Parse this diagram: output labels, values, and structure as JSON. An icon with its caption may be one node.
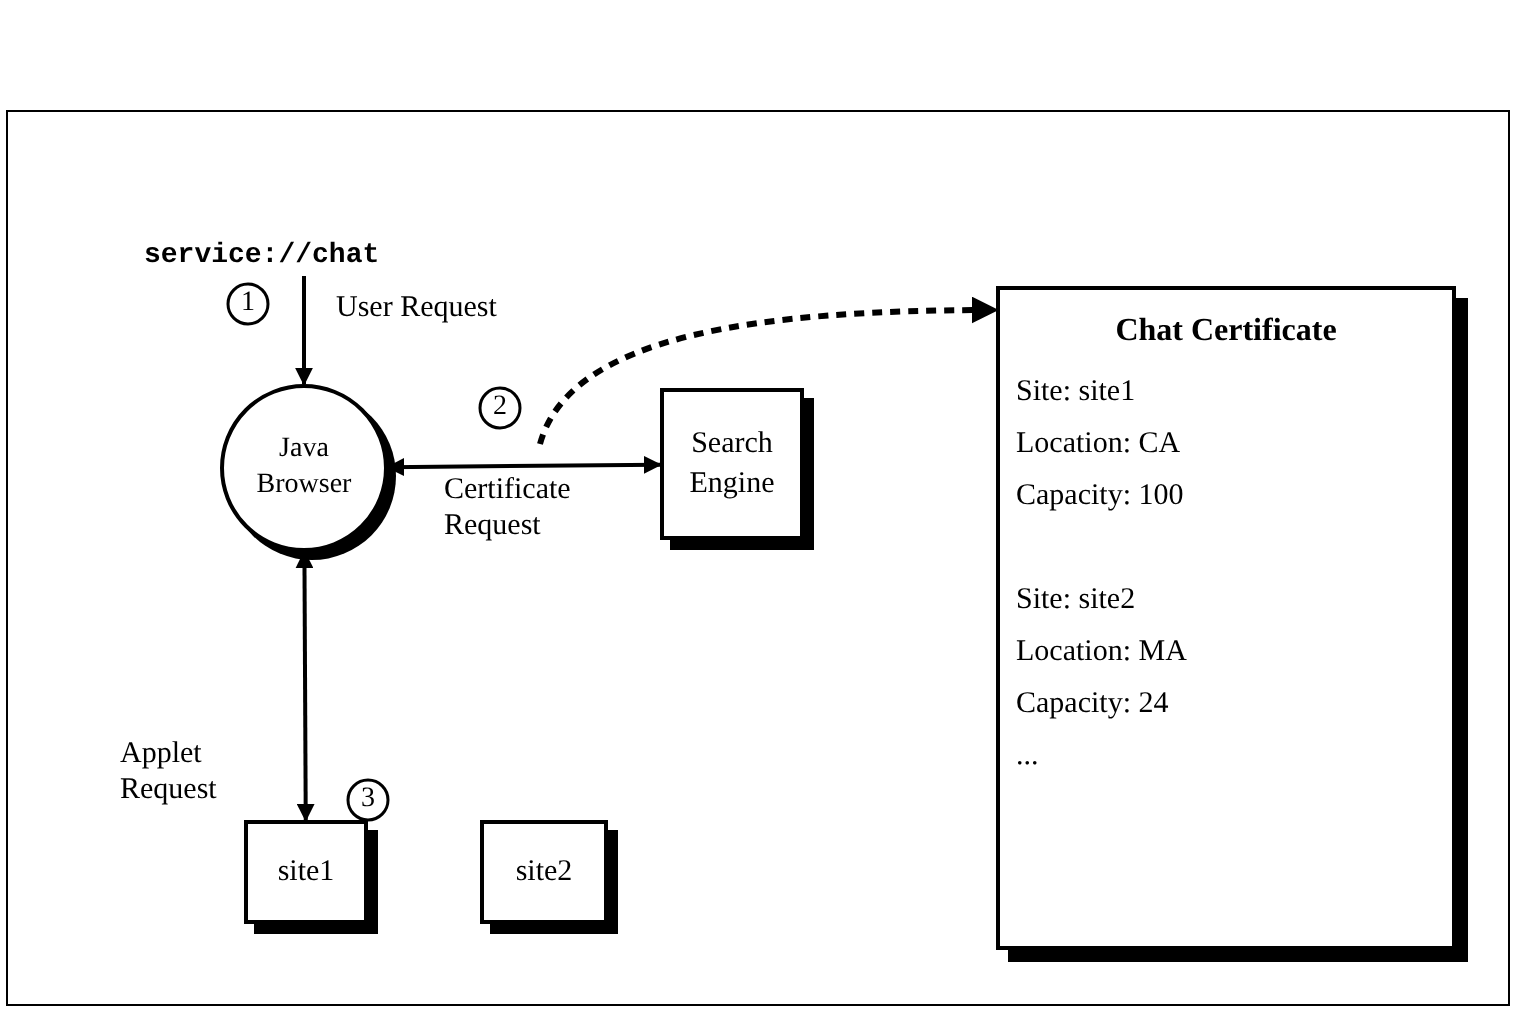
{
  "diagram": {
    "nodes": [
      {
        "text": [
          "service://chat"
        ]
      },
      {
        "text": [
          "Java Browser"
        ]
      },
      {
        "text": [
          "Search Engine"
        ]
      },
      {
        "text": [
          "Chat Certificate",
          "Site: site1",
          "Location: CA",
          "Capacity: 100",
          "Site: site2",
          "Location: MA",
          "Capacity: 24",
          "..."
        ]
      },
      {
        "text": [
          "site1"
        ]
      },
      {
        "text": [
          "site2"
        ]
      }
    ],
    "edges": [
      {
        "from": 0,
        "to": 1,
        "arrow": "to",
        "label": "User Request"
      },
      {
        "from": 1,
        "to": 2,
        "arrow": "both",
        "label": "Certificate Request"
      },
      {
        "from": null,
        "to": 3,
        "arrow": "to",
        "style": "dashed"
      },
      {
        "from": 1,
        "to": 4,
        "arrow": "both",
        "label": "Applet Request"
      }
    ],
    "labels": [
      "1",
      "2",
      "3"
    ]
  }
}
